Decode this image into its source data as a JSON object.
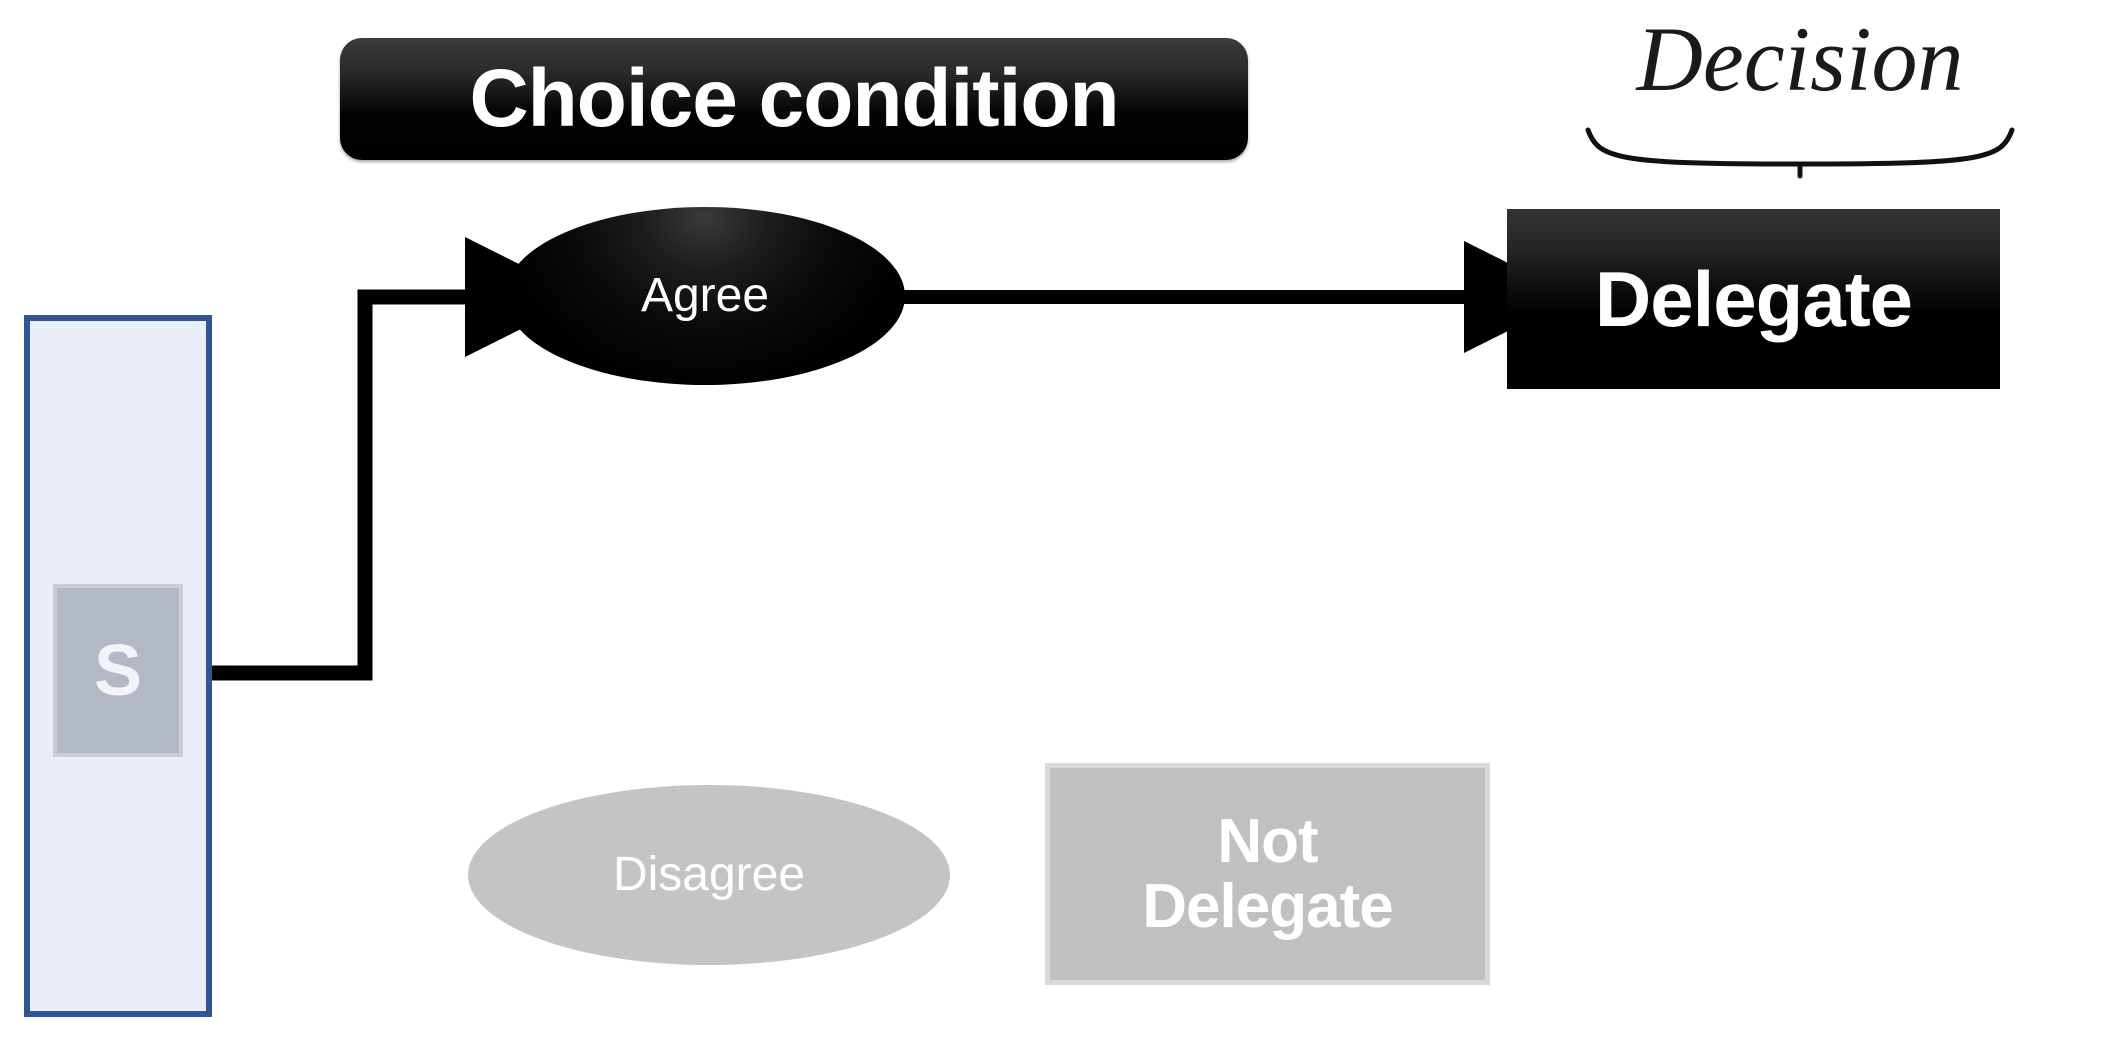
{
  "diagram": {
    "title_banner": {
      "label": "Choice condition",
      "color": "#000000"
    },
    "annotation": {
      "label": "Decision",
      "brace": "underbrace",
      "color": "#1a1a1a"
    },
    "source": {
      "container_name": "stimulus-container",
      "token_label": "S",
      "container_fill": "#e9eef7",
      "container_border": "#2f5597",
      "token_fill": "#b2b9c4",
      "token_text_color": "#ffffff"
    },
    "choice_nodes": [
      {
        "id": "agree",
        "label": "Agree",
        "shape": "ellipse",
        "state": "active",
        "fill": "#000000",
        "text_color": "#ffffff"
      },
      {
        "id": "disagree",
        "label": "Disagree",
        "shape": "ellipse",
        "state": "inactive",
        "fill": "#c4c4c4",
        "text_color": "#ffffff"
      }
    ],
    "outcome_nodes": [
      {
        "id": "delegate",
        "label": "Delegate",
        "shape": "rectangle",
        "state": "active",
        "fill": "#000000",
        "text_color": "#ffffff"
      },
      {
        "id": "not-delegate",
        "label_line_1": "Not",
        "label_line_2": "Delegate",
        "shape": "rectangle",
        "state": "inactive",
        "fill": "#c0c0c0",
        "border": "#d9d9d9",
        "text_color": "#ffffff"
      }
    ],
    "connectors": [
      {
        "id": "source-to-agree",
        "from": "stimulus-container",
        "to": "agree",
        "style": "elbow",
        "arrowhead": true,
        "color": "#000000"
      },
      {
        "id": "agree-to-delegate",
        "from": "agree",
        "to": "delegate",
        "style": "straight",
        "arrowhead": true,
        "color": "#000000"
      }
    ]
  }
}
